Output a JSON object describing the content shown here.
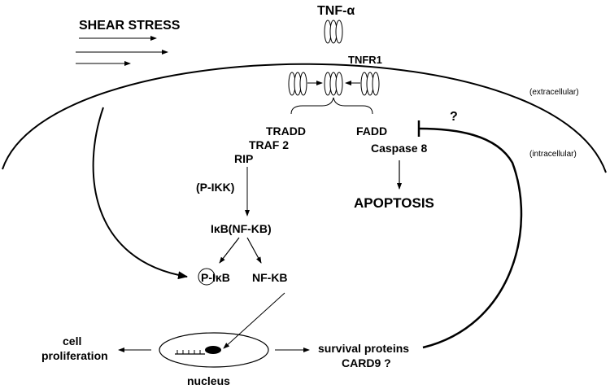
{
  "labels": {
    "shear_stress": "SHEAR STRESS",
    "tnf_alpha": "TNF-α",
    "tnfr1": "TNFR1",
    "extracellular": "(extracellular)",
    "intracellular": "(intracellular)",
    "question_top": "?",
    "tradd": "TRADD",
    "traf2": "TRAF 2",
    "rip": "RIP",
    "fadd": "FADD",
    "caspase8": "Caspase 8",
    "apoptosis": "APOPTOSIS",
    "p_ikk": "(P-IKK)",
    "ikb_nfkb": "IκB(NF-KB)",
    "p_ikb": "P-IκB",
    "nfkb": "NF-KB",
    "cell_proliferation_1": "cell",
    "cell_proliferation_2": "proliferation",
    "nucleus": "nucleus",
    "survival_proteins": "survival proteins",
    "card9": "CARD9 ?"
  }
}
